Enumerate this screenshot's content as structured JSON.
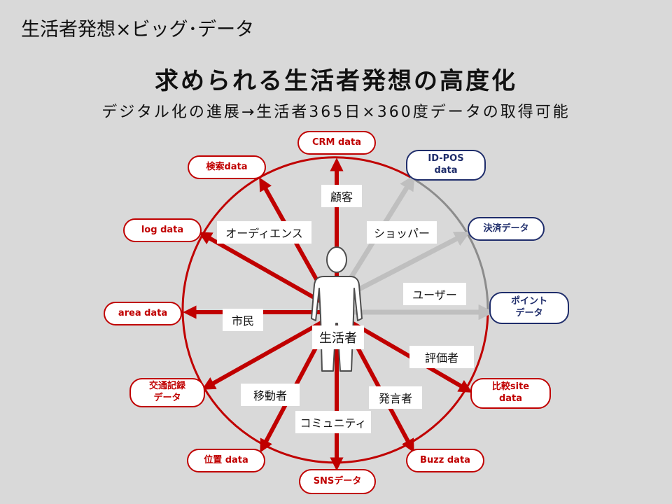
{
  "header": {
    "title": "生活者発想×ビッグ･データ"
  },
  "main_title": "求められる生活者発想の高度化",
  "subtitle": "デジタル化の進展→生活者365日×360度データの取得可能",
  "center_label": "生活者",
  "colors": {
    "red": "#c00000",
    "navy": "#1f2d6b",
    "grey": "#bfbfbf",
    "background": "#d9d9d9"
  },
  "icons": {
    "person": "person-silhouette-icon"
  },
  "nodes": {
    "crm": "CRM data",
    "kensaku": "検索data",
    "log": "log data",
    "area": "area data",
    "kotsu": "交通記録\nデータ",
    "ichi": "位置 data",
    "sns": "SNSデータ",
    "buzz": "Buzz data",
    "hikaku": "比較site\ndata",
    "point": "ポイント\nデータ",
    "kessai": "決済データ",
    "idpos": "ID-POS\ndata"
  },
  "roles": {
    "kokyaku": "顧客",
    "audience": "オーディエンス",
    "shimin": "市民",
    "idosha": "移動者",
    "community": "コミュニティ",
    "hatsugensha": "発言者",
    "hyokasha": "評価者",
    "user": "ユーザー",
    "shopper": "ショッパー"
  }
}
